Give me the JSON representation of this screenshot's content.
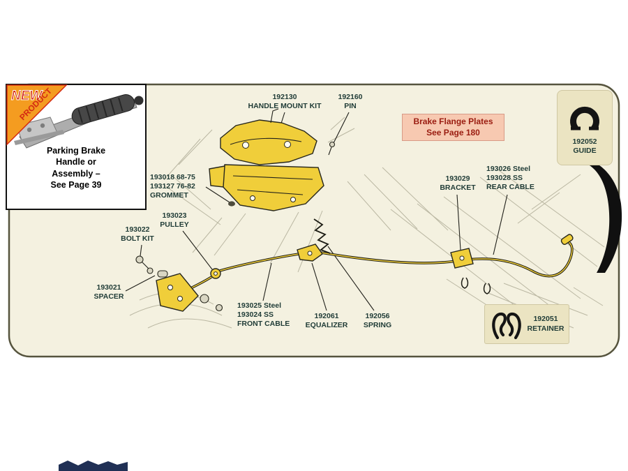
{
  "colors": {
    "page_bg": "#ffffff",
    "panel_bg": "#f4f1e0",
    "panel_border": "#56543e",
    "label_text": "#1f3b36",
    "note_bg": "#f7c9b1",
    "note_border": "#d89a86",
    "note_text": "#9a1c10",
    "highlight": "#f0ce3a",
    "box_bg": "#ebe4c2",
    "box_border": "#cfc7a2",
    "badge_orange": "#f49c20",
    "badge_red": "#d42b12"
  },
  "inset": {
    "badge_top": "NEW",
    "badge_side": "PRODUCT",
    "caption_line1": "Parking Brake",
    "caption_line2": "Handle or",
    "caption_line3": "Assembly –",
    "caption_line4": "See Page 39"
  },
  "note": {
    "line1": "Brake Flange Plates",
    "line2": "See Page 180"
  },
  "labels": {
    "handle_mount_kit": {
      "l1": "192130",
      "l2": "HANDLE MOUNT KIT"
    },
    "pin": {
      "l1": "192160",
      "l2": "PIN"
    },
    "grommet": {
      "l1": "193018 68-75",
      "l2": "193127 76-82",
      "l3": "GROMMET"
    },
    "pulley": {
      "l1": "193023",
      "l2": "PULLEY"
    },
    "bolt_kit": {
      "l1": "193022",
      "l2": "BOLT KIT"
    },
    "spacer": {
      "l1": "193021",
      "l2": "SPACER"
    },
    "front_cable": {
      "l1": "193025 Steel",
      "l2": "193024 SS",
      "l3": "FRONT CABLE"
    },
    "equalizer": {
      "l1": "192061",
      "l2": "EQUALIZER"
    },
    "spring": {
      "l1": "192056",
      "l2": "SPRING"
    },
    "bracket": {
      "l1": "193029",
      "l2": "BRACKET"
    },
    "rear_cable": {
      "l1": "193026 Steel",
      "l2": "193028 SS",
      "l3": "REAR CABLE"
    }
  },
  "guide_box": {
    "part": "192052",
    "name": "GUIDE"
  },
  "retainer_box": {
    "part": "192051",
    "name": "RETAINER"
  }
}
